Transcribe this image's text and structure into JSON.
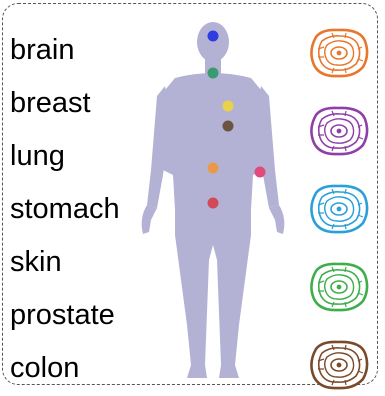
{
  "tissues": [
    {
      "label": "brain",
      "color": "#e8762c",
      "icon": "brain-cell-icon"
    },
    {
      "label": "breast",
      "color": "#8e3fa8",
      "icon": "breast-cell-icon"
    },
    {
      "label": "lung",
      "color": "#2a9fd8",
      "icon": "lung-cell-icon"
    },
    {
      "label": "stomach",
      "color": "#2a9fd8",
      "icon": "stomach-cell-icon"
    },
    {
      "label": "skin",
      "color": "#3eae4a",
      "icon": "skin-cell-icon"
    },
    {
      "label": "prostate",
      "color": "#3eae4a",
      "icon": "prostate-cell-icon"
    },
    {
      "label": "colon",
      "color": "#7a4a2a",
      "icon": "colon-cell-icon"
    }
  ],
  "body": {
    "silhouette_color": "#b4b2d4",
    "markers": [
      {
        "name": "brain-marker",
        "color": "#2f3ce0"
      },
      {
        "name": "neck-marker",
        "color": "#3a9a72"
      },
      {
        "name": "breast-marker",
        "color": "#e8d24a"
      },
      {
        "name": "lung-marker",
        "color": "#6b5540"
      },
      {
        "name": "stomach-marker",
        "color": "#e89a4a"
      },
      {
        "name": "skin-marker",
        "color": "#e04a7a"
      },
      {
        "name": "colon-marker",
        "color": "#d04a5a"
      }
    ]
  },
  "cell_icons": [
    {
      "name": "cell-icon-orange",
      "color": "#e8762c"
    },
    {
      "name": "cell-icon-purple",
      "color": "#8e3fa8"
    },
    {
      "name": "cell-icon-blue",
      "color": "#2a9fd8"
    },
    {
      "name": "cell-icon-green",
      "color": "#3eae4a"
    },
    {
      "name": "cell-icon-brown",
      "color": "#7a4a2a"
    }
  ]
}
